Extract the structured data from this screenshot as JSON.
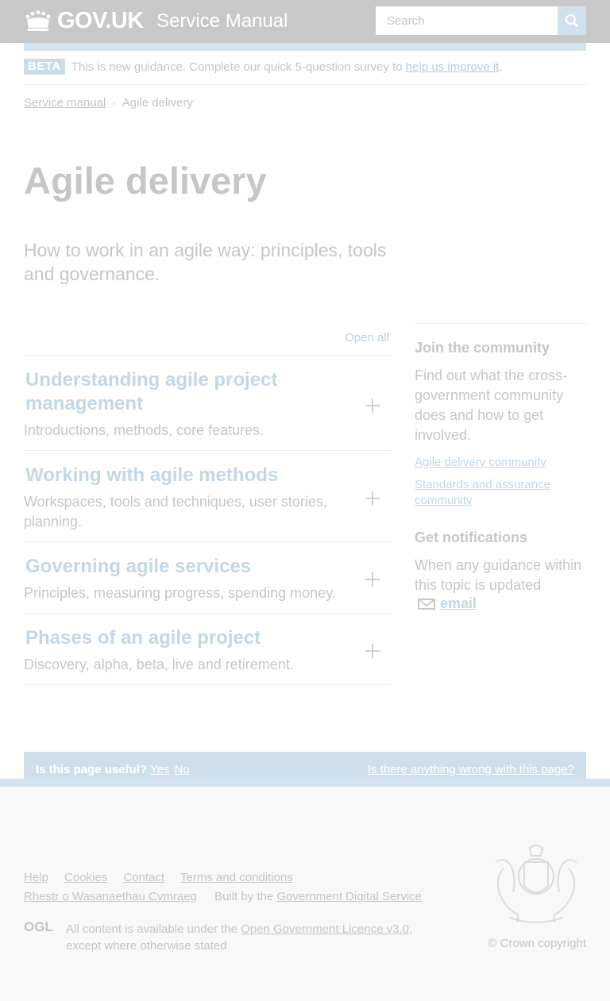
{
  "header": {
    "logo_text": "GOV.UK",
    "service_name": "Service Manual",
    "search_placeholder": "Search"
  },
  "beta": {
    "tag": "BETA",
    "text": "This is new guidance. Complete our quick 5-question survey to ",
    "link": "help us improve it",
    "suffix": "."
  },
  "breadcrumb": {
    "items": [
      "Service manual",
      "Agile delivery"
    ]
  },
  "page": {
    "title": "Agile delivery",
    "lead": "How to work in an agile way: principles, tools and governance."
  },
  "accordion": {
    "open_all": "Open all",
    "sections": [
      {
        "title": "Understanding agile project management",
        "summary": "Introductions, methods, core features."
      },
      {
        "title": "Working with agile methods",
        "summary": "Workspaces, tools and techniques, user stories, planning."
      },
      {
        "title": "Governing agile services",
        "summary": "Principles, measuring progress, spending money."
      },
      {
        "title": "Phases of an agile project",
        "summary": "Discovery, alpha, beta, live and retirement."
      }
    ]
  },
  "sidebar": {
    "community_heading": "Join the community",
    "community_text": "Find out what the cross-government community does and how to get involved.",
    "links": [
      "Agile delivery community",
      "Standards and assurance community"
    ],
    "notify_heading": "Get notifications",
    "notify_text": "When any guidance within this topic is updated",
    "email_label": "email"
  },
  "feedback": {
    "question": "Is this page useful?",
    "yes": "Yes",
    "no": "No",
    "wrong": "Is there anything wrong with this page?"
  },
  "footer": {
    "links": [
      "Help",
      "Cookies",
      "Contact",
      "Terms and conditions"
    ],
    "welsh_link": "Rhestr o Wasanaethau Cymraeg",
    "built_by_prefix": "Built by the ",
    "built_by_link": "Government Digital Service",
    "ogl": "OGL",
    "licence_prefix": "All content is available under the ",
    "licence_link": "Open Government Licence v3.0",
    "licence_suffix": ", except where otherwise stated",
    "copyright": "© Crown copyright"
  },
  "colors": {
    "header_bg": "#c8c8c8",
    "accent_blue": "#d2e2ee",
    "link": "#c2d6e6",
    "footer_bg": "#f8f8f8"
  }
}
